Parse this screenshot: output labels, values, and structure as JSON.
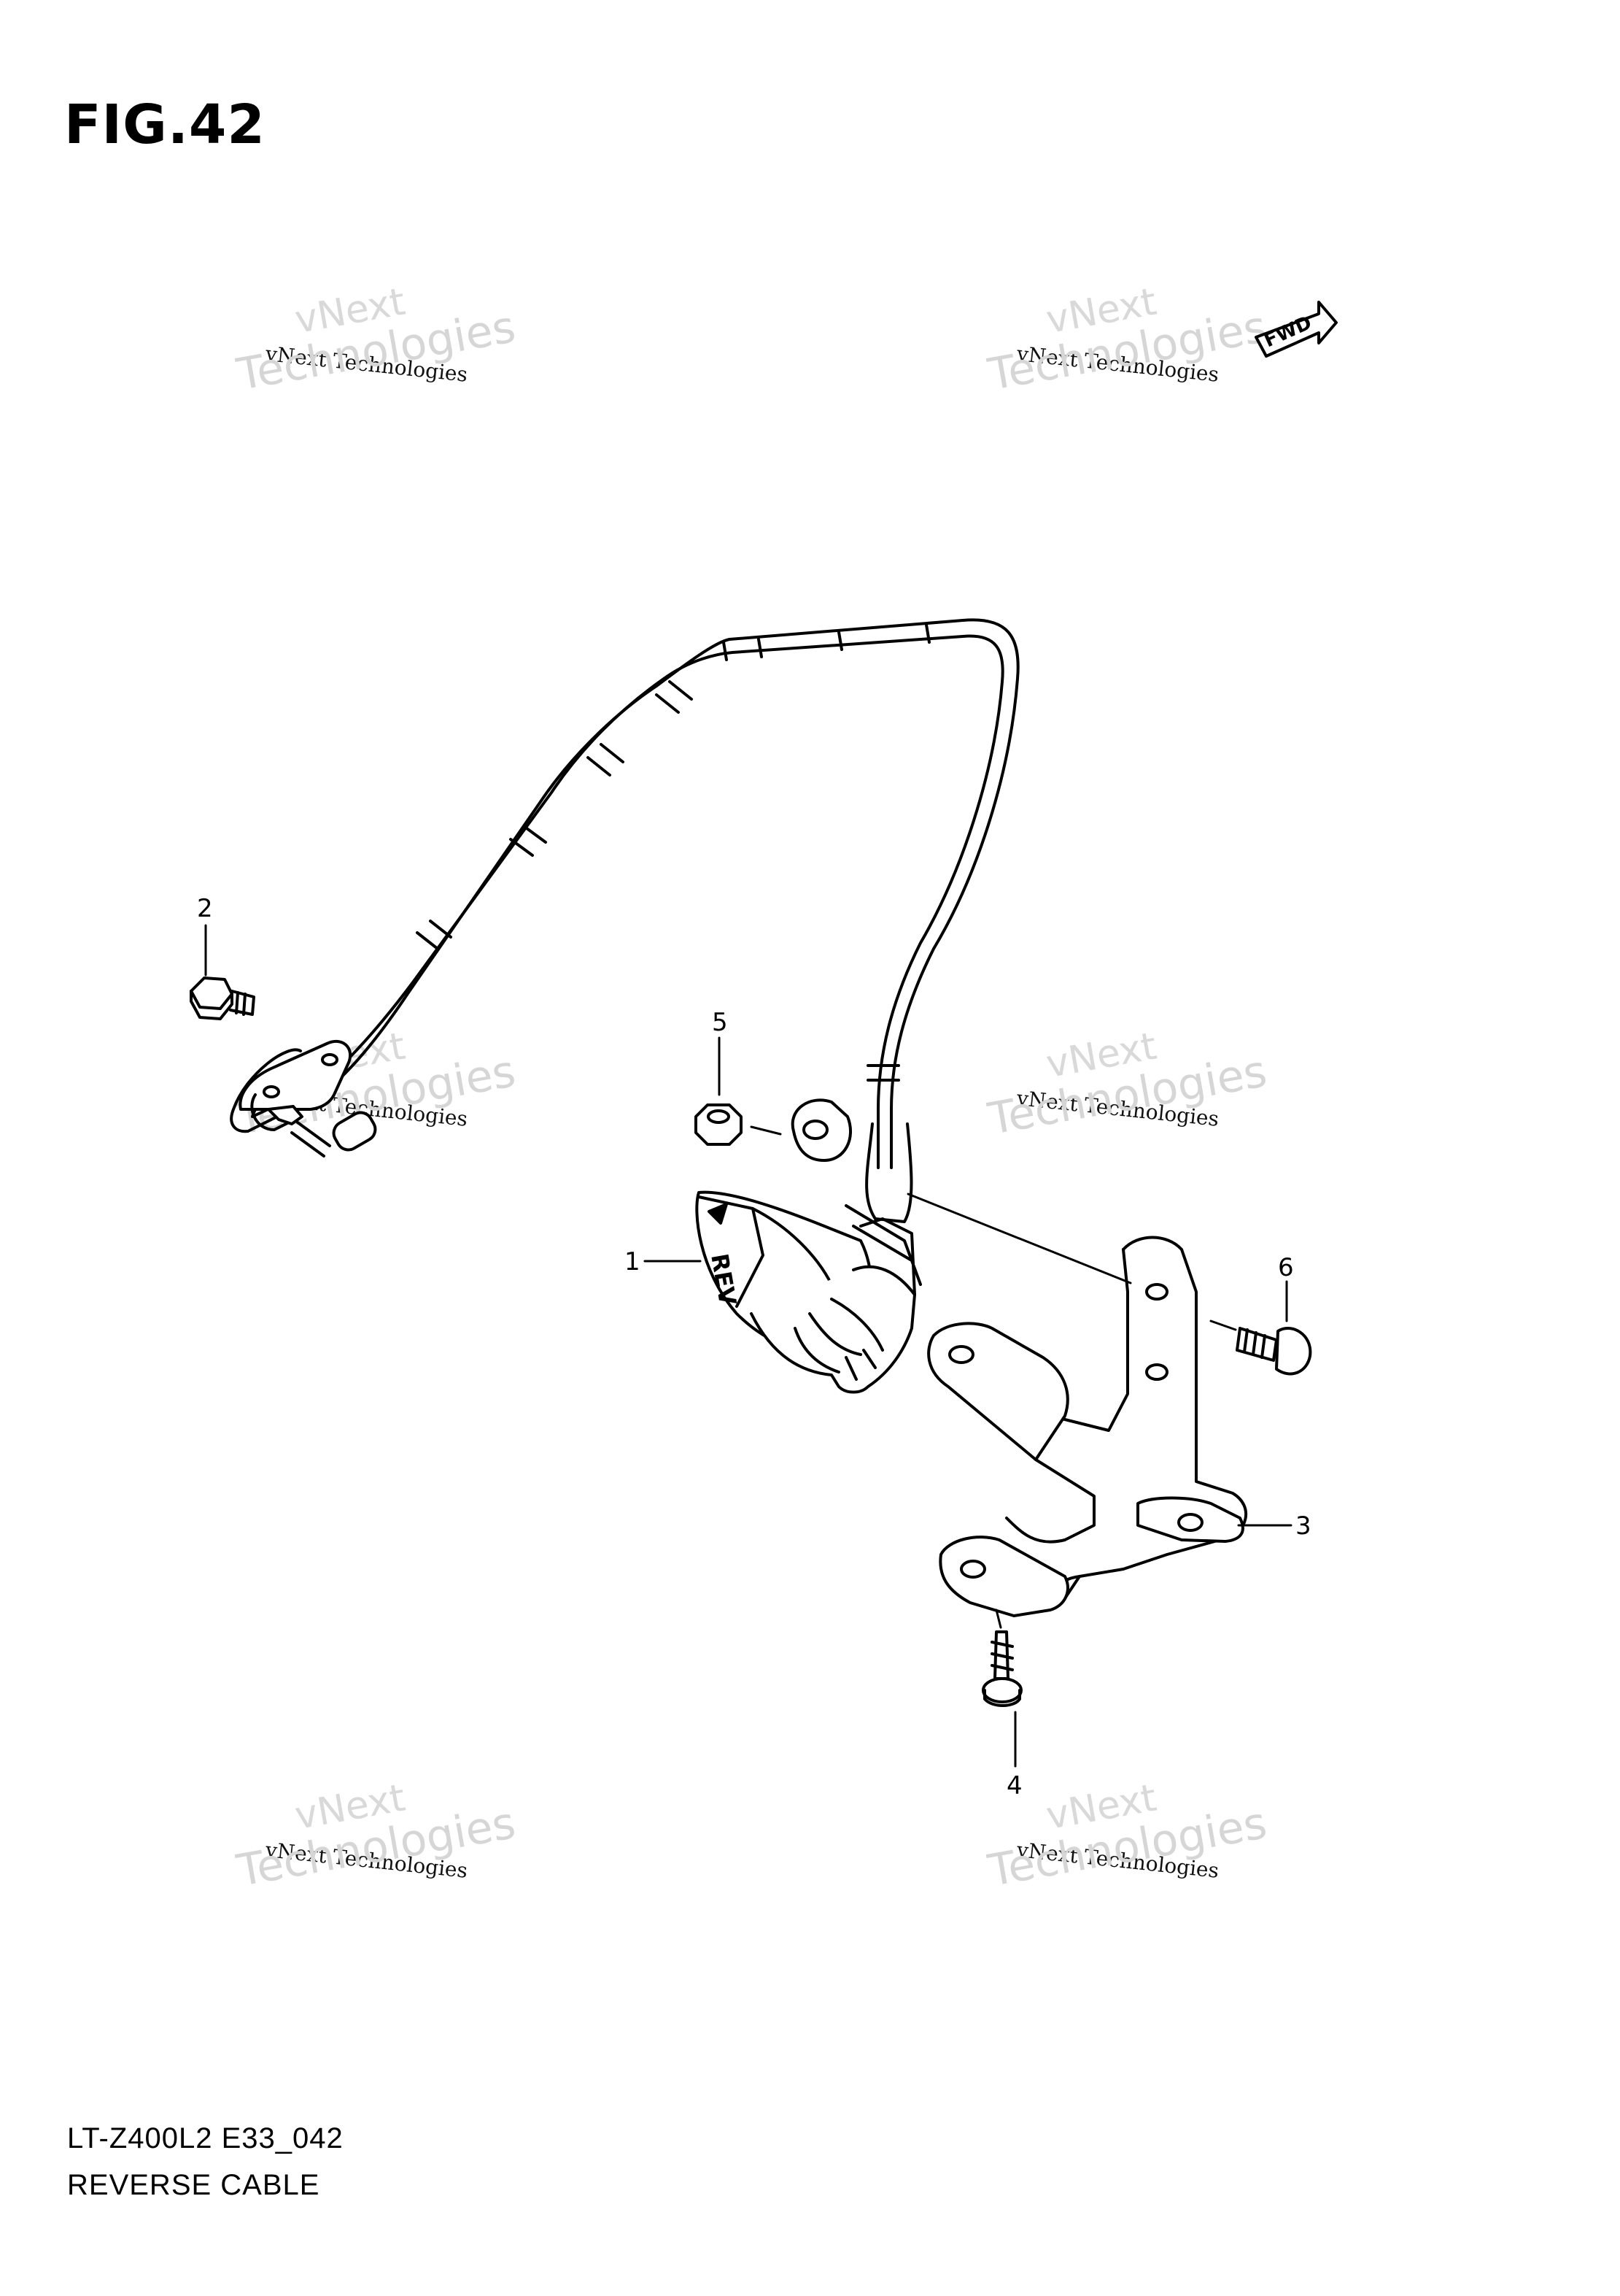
{
  "figure": {
    "title": "FIG.42",
    "model_code": "LT-Z400L2 E33_042",
    "section_name": "REVERSE CABLE"
  },
  "direction_tag": {
    "label": "FWD",
    "icon": "forward-arrow-icon"
  },
  "callouts": [
    {
      "id": "callout-1",
      "number": "1"
    },
    {
      "id": "callout-2",
      "number": "2"
    },
    {
      "id": "callout-3",
      "number": "3"
    },
    {
      "id": "callout-4",
      "number": "4"
    },
    {
      "id": "callout-5",
      "number": "5"
    },
    {
      "id": "callout-6",
      "number": "6"
    }
  ],
  "watermark": {
    "brand_line": "vNext",
    "company_line": "vNext Technologies",
    "word_line": "Technologies"
  },
  "knob_marking": "REV"
}
